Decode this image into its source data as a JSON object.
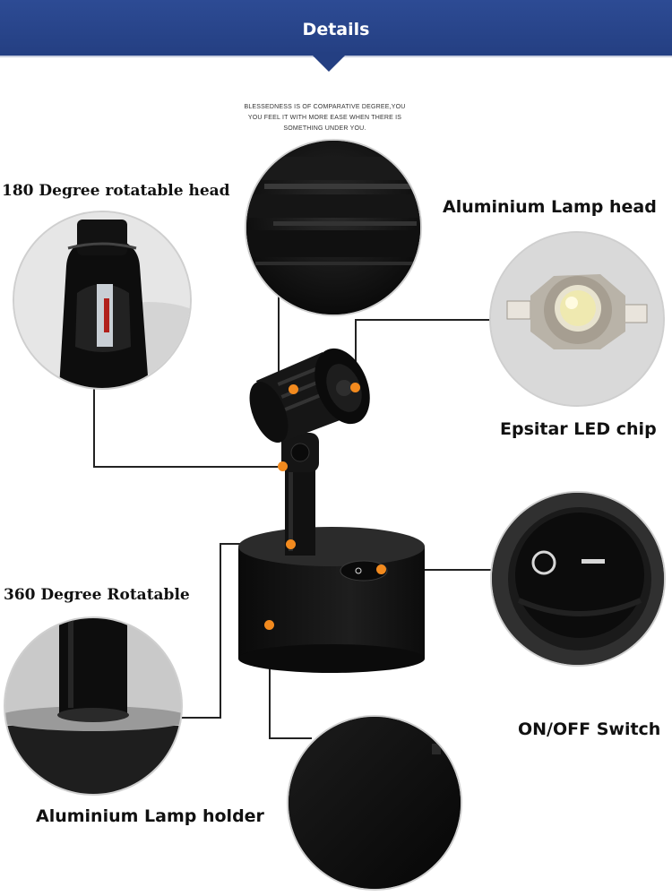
{
  "header": {
    "title": "Details"
  },
  "tagline": {
    "lines": [
      "BLESSEDNESS IS OF COMPARATIVE DEGREE,YOU",
      "YOU FEEL IT WITH MORE EASE WHEN THERE IS",
      "SOMETHING UNDER YOU."
    ]
  },
  "labels": {
    "rotatable_head": "180 Degree rotatable head",
    "lamp_head": "Aluminium Lamp head",
    "led_chip": "Epsitar LED chip",
    "rotatable_360": "360 Degree Rotatable",
    "switch": "ON/OFF Switch",
    "lamp_holder": "Aluminium Lamp holder"
  },
  "colors": {
    "banner": "#2a4689",
    "marker": "#f28a1e"
  }
}
